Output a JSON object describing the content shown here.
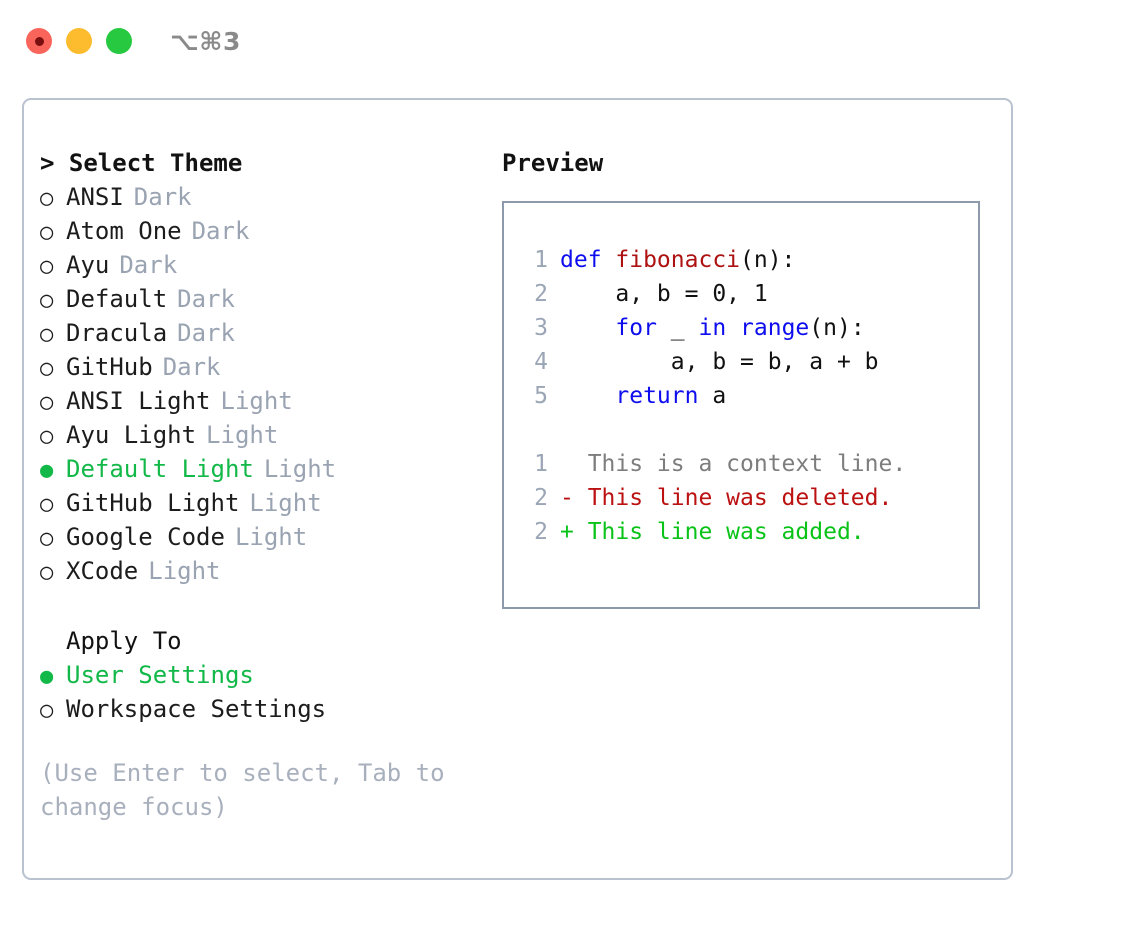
{
  "titlebar": {
    "shortcut": "⌥⌘3",
    "buttons": [
      {
        "name": "close",
        "color": "#f9655b"
      },
      {
        "name": "minimize",
        "color": "#fcbc2e"
      },
      {
        "name": "maximize",
        "color": "#26c93f"
      }
    ]
  },
  "theme_section": {
    "caret": ">",
    "heading": "Select Theme",
    "selected": "Default Light",
    "selected_color": "#12b848",
    "tag_color": "#9aa3b2",
    "items": [
      {
        "marker": "○",
        "label": "ANSI",
        "tag": "Dark",
        "selected": false
      },
      {
        "marker": "○",
        "label": "Atom One",
        "tag": "Dark",
        "selected": false
      },
      {
        "marker": "○",
        "label": "Ayu",
        "tag": "Dark",
        "selected": false
      },
      {
        "marker": "○",
        "label": "Default",
        "tag": "Dark",
        "selected": false
      },
      {
        "marker": "○",
        "label": "Dracula",
        "tag": "Dark",
        "selected": false
      },
      {
        "marker": "○",
        "label": "GitHub",
        "tag": "Dark",
        "selected": false
      },
      {
        "marker": "○",
        "label": "ANSI Light",
        "tag": "Light",
        "selected": false
      },
      {
        "marker": "○",
        "label": "Ayu Light",
        "tag": "Light",
        "selected": false
      },
      {
        "marker": "●",
        "label": "Default Light",
        "tag": "Light",
        "selected": true
      },
      {
        "marker": "○",
        "label": "GitHub Light",
        "tag": "Light",
        "selected": false
      },
      {
        "marker": "○",
        "label": "Google Code",
        "tag": "Light",
        "selected": false
      },
      {
        "marker": "○",
        "label": "XCode",
        "tag": "Light",
        "selected": false
      }
    ]
  },
  "apply_section": {
    "heading": "Apply To",
    "items": [
      {
        "marker": "●",
        "label": "User Settings",
        "selected": true
      },
      {
        "marker": "○",
        "label": "Workspace Settings",
        "selected": false
      }
    ]
  },
  "hint": "(Use Enter to select, Tab to change focus)",
  "preview": {
    "heading": "Preview",
    "border_color": "#8d9aac",
    "code": [
      {
        "num": "1",
        "parts": [
          {
            "t": "def ",
            "c": "kw"
          },
          {
            "t": "fibonacci",
            "c": "fn"
          },
          {
            "t": "(n):",
            "c": "pl"
          }
        ]
      },
      {
        "num": "2",
        "parts": [
          {
            "t": "    a, b = 0, 1",
            "c": "pl"
          }
        ]
      },
      {
        "num": "3",
        "parts": [
          {
            "t": "    ",
            "c": "pl"
          },
          {
            "t": "for",
            "c": "kw"
          },
          {
            "t": " _ ",
            "c": "pl"
          },
          {
            "t": "in",
            "c": "kw"
          },
          {
            "t": " ",
            "c": "pl"
          },
          {
            "t": "range",
            "c": "kw"
          },
          {
            "t": "(n):",
            "c": "pl"
          }
        ]
      },
      {
        "num": "4",
        "parts": [
          {
            "t": "        a, b = b, a + b",
            "c": "pl"
          }
        ]
      },
      {
        "num": "5",
        "parts": [
          {
            "t": "    ",
            "c": "pl"
          },
          {
            "t": "return",
            "c": "kw"
          },
          {
            "t": " a",
            "c": "pl"
          }
        ]
      }
    ],
    "diff": [
      {
        "num": "1",
        "text": "  This is a context line.",
        "kind": "ctx"
      },
      {
        "num": "2",
        "text": "- This line was deleted.",
        "kind": "del"
      },
      {
        "num": "2",
        "text": "+ This line was added.",
        "kind": "add"
      }
    ]
  }
}
